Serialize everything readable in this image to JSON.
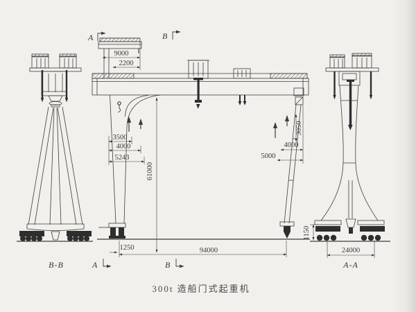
{
  "caption": "300t 造船门式起重机",
  "section_markers": {
    "top_a": "A",
    "top_b": "B",
    "bottom_a": "A",
    "bottom_b": "B"
  },
  "view_labels": {
    "left": "B-B",
    "right": "A-A"
  },
  "dimensions": {
    "cantilever_length": "9000",
    "cantilever_setback": "2200",
    "left_hoist_h1": "3500",
    "left_hoist_h2": "4000",
    "left_hoist_h3": "5243",
    "lift_height": "61000",
    "right_hoist_h1": "3050",
    "right_hoist_h2": "4000",
    "right_setback": "5000",
    "rail_inset": "1250",
    "span": "94000",
    "buffer_height": "1150",
    "track_gauge": "24000"
  },
  "colors": {
    "ink": "#3c3c3c",
    "paper": "#f1f0ec",
    "edge_shade": "#d8d7d3"
  }
}
